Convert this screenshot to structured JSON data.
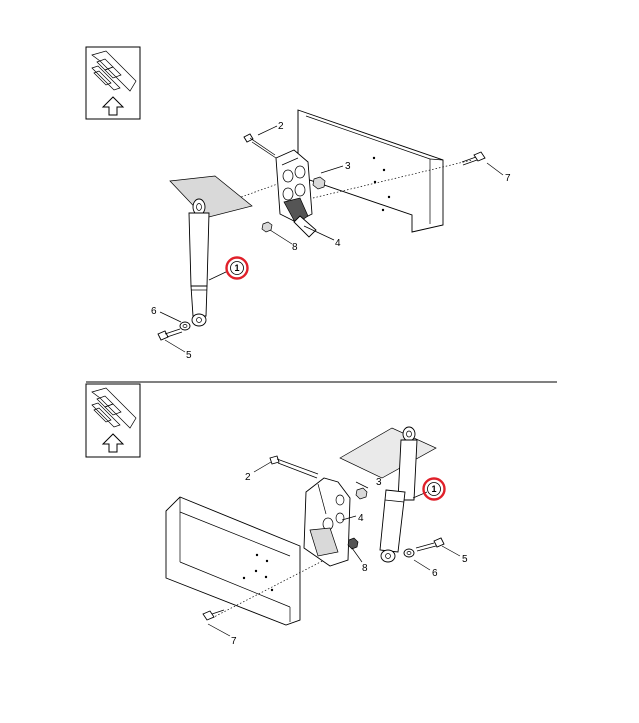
{
  "top_view": {
    "callouts": {
      "c1": "1",
      "c2": "2",
      "c3": "3",
      "c4": "4",
      "c5": "5",
      "c6": "6",
      "c7": "7",
      "c8": "8"
    },
    "orientation_icon": "front-direction-arrow-icon"
  },
  "bottom_view": {
    "callouts": {
      "c1": "1",
      "c2": "2",
      "c3": "3",
      "c4": "4",
      "c5": "5",
      "c6": "6",
      "c7": "7",
      "c8": "8"
    },
    "orientation_icon": "front-direction-arrow-icon"
  },
  "colors": {
    "highlight_ring": "#e0202a",
    "line": "#000000",
    "fill": "#ffffff"
  }
}
